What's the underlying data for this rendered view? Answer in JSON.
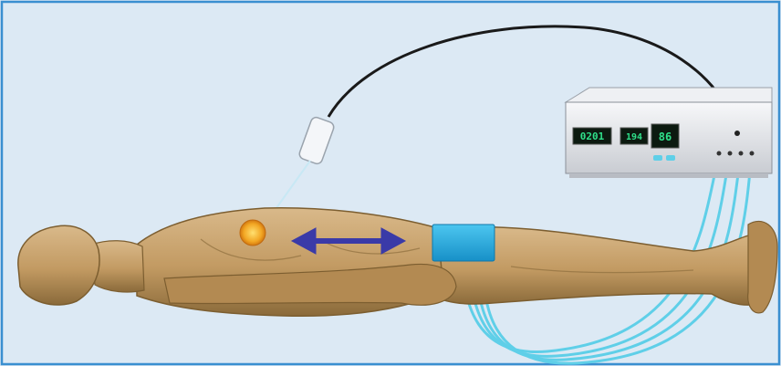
{
  "scene": {
    "background_color": "#dce9f4",
    "frame_color": "#3a8fd0",
    "skin_color": "#c9a56f",
    "skin_shadow": "#8f6f3e",
    "cable_color": "#5fcfe8",
    "arrow_color": "#3a3aa8",
    "probe_cable_color": "#1a1a1a",
    "target_color": "#f2a623",
    "pad_color": "#1fa6dc"
  },
  "labels": {
    "patient": "patient-body",
    "generator": "rf-generator",
    "probe": "ablation-probe",
    "target": "tumor-target",
    "pad": "grounding-pad",
    "arrow": "current-flow-arrow"
  },
  "generator": {
    "display_left": "0201",
    "display_mid": "194",
    "display_right": "86"
  }
}
